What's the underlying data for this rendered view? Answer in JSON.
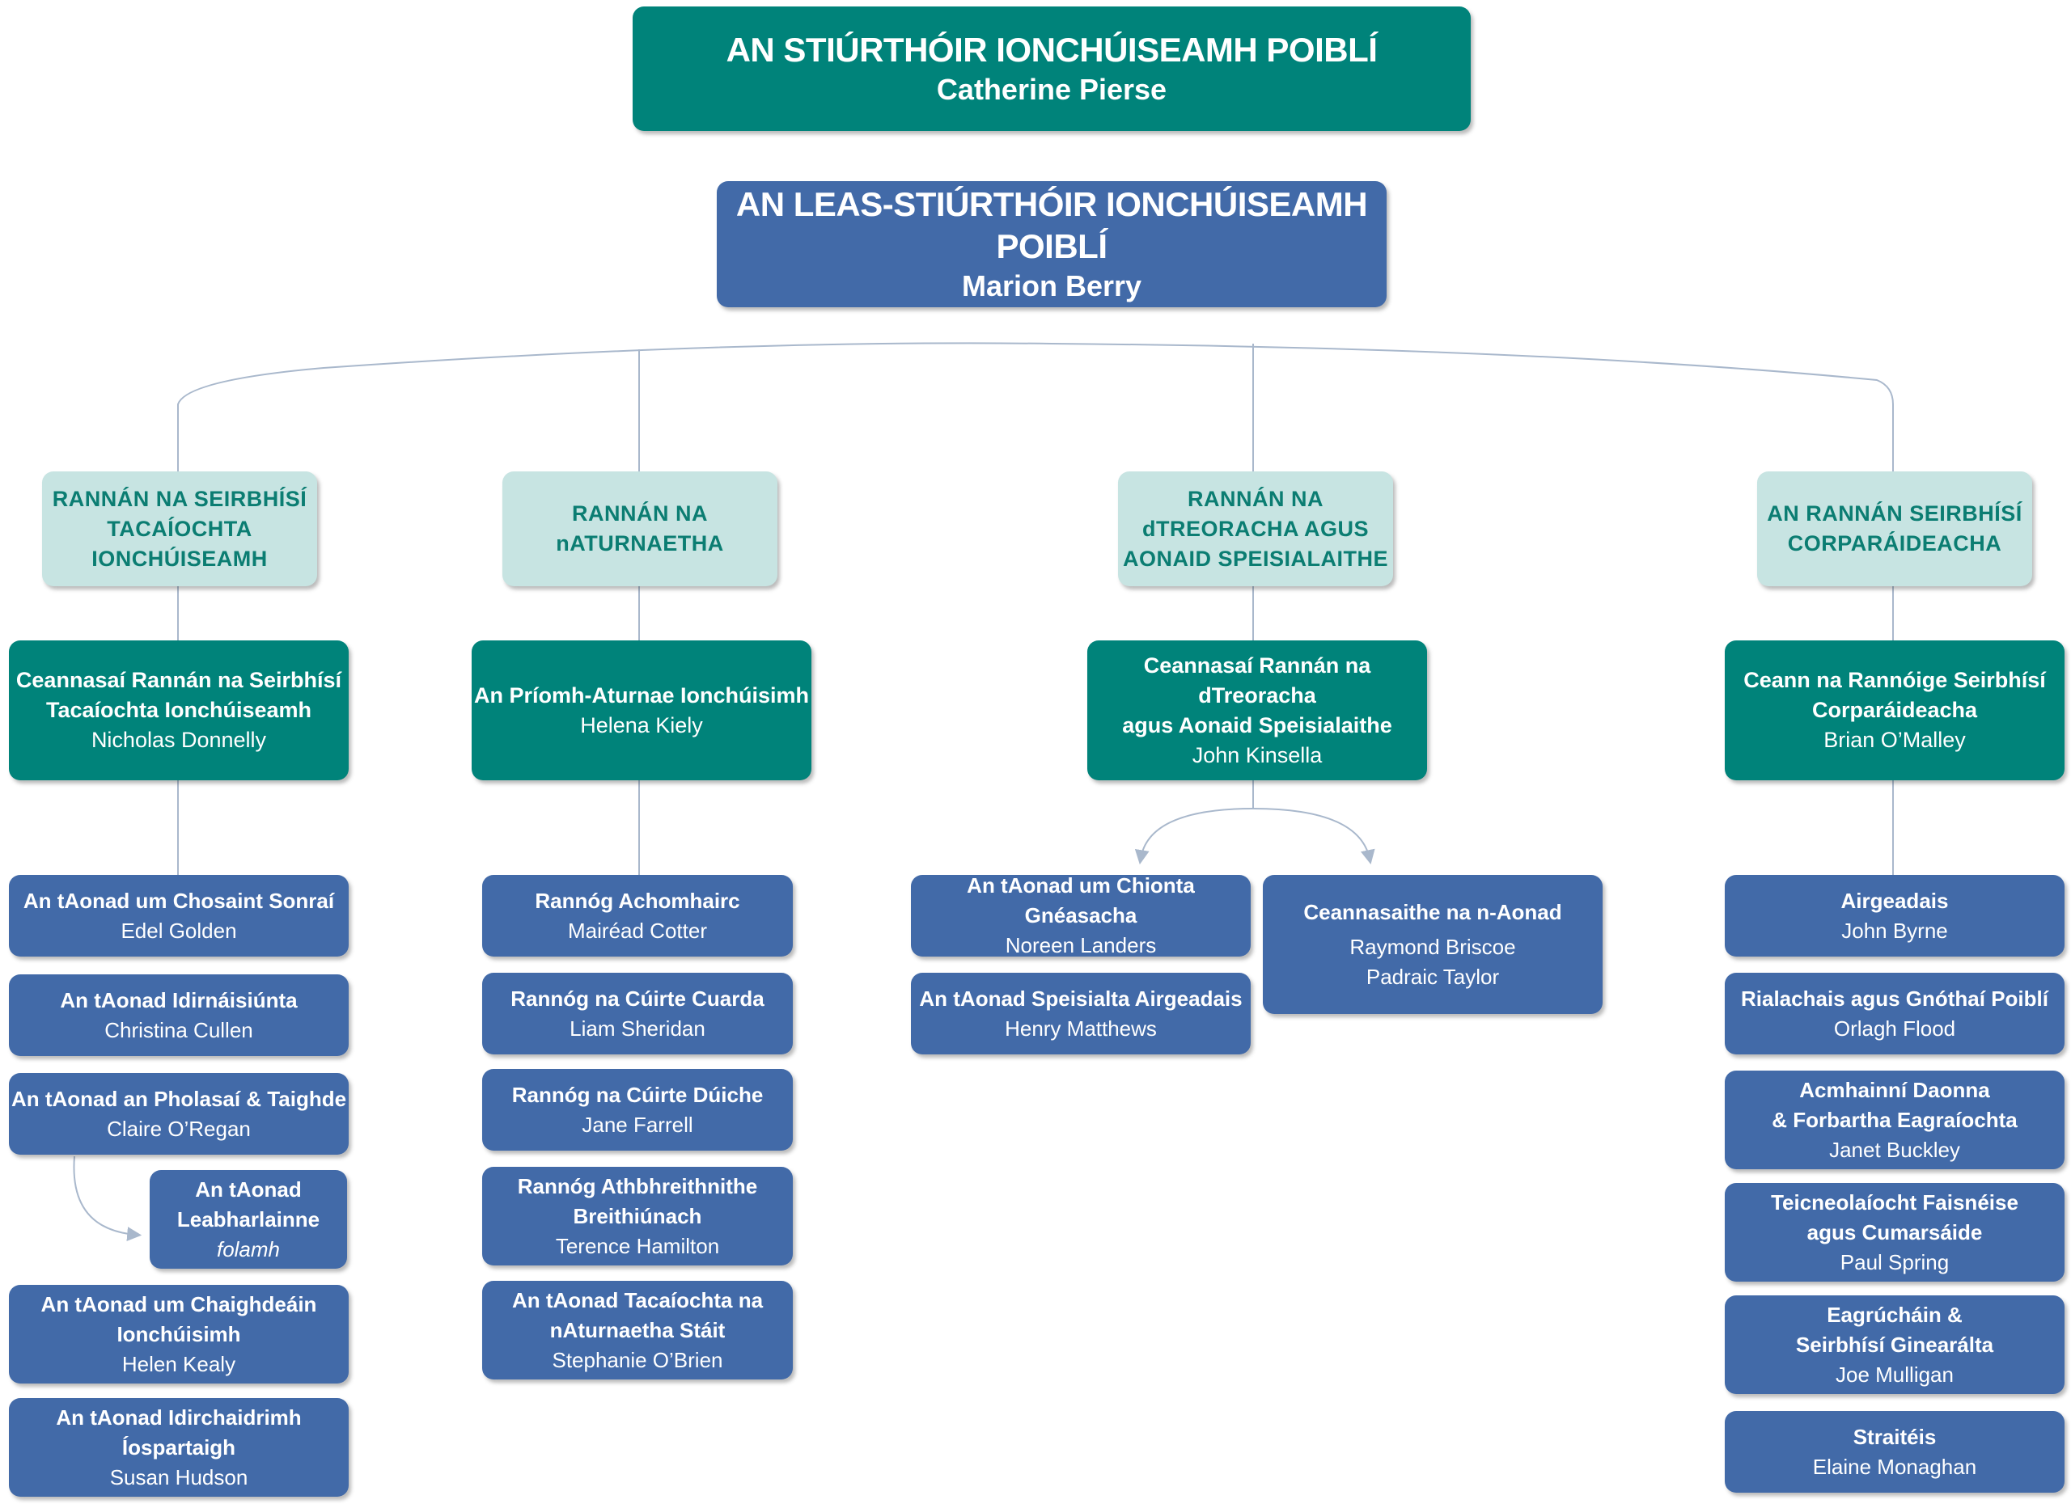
{
  "colors": {
    "teal": "#00837a",
    "blue": "#426aa8",
    "pale_teal": "#c7e4e2",
    "division_text": "#0b7d72",
    "connector": "#a9b8cc"
  },
  "director": {
    "title": "AN STIÚRTHÓIR IONCHÚISEAMH POIBLÍ",
    "name": "Catherine Pierse"
  },
  "deputy": {
    "title": "AN LEAS-STIÚRTHÓIR IONCHÚISEAMH POIBLÍ",
    "name": "Marion Berry"
  },
  "divisions": [
    {
      "label_lines": [
        "RANNÁN NA SEIRBHÍSÍ",
        "TACAÍOCHTA",
        "IONCHÚISEAMH"
      ],
      "head": {
        "title_lines": [
          "Ceannasaí Rannán na Seirbhísí",
          "Tacaíochta Ionchúiseamh"
        ],
        "name": "Nicholas Donnelly"
      },
      "units": [
        {
          "title_lines": [
            "An tAonad um Chosaint Sonraí"
          ],
          "names": [
            "Edel Golden"
          ]
        },
        {
          "title_lines": [
            "An tAonad Idirnáisiúnta"
          ],
          "names": [
            "Christina Cullen"
          ]
        },
        {
          "title_lines": [
            "An tAonad an Pholasaí & Taighde"
          ],
          "names": [
            "Claire O’Regan"
          ]
        },
        {
          "title_lines": [
            "An tAonad",
            "Leabharlainne"
          ],
          "names": [
            "folamh"
          ],
          "names_italic": true,
          "sub_unit": true
        },
        {
          "title_lines": [
            "An tAonad um Chaighdeáin",
            "Ionchúisimh"
          ],
          "names": [
            "Helen Kealy"
          ]
        },
        {
          "title_lines": [
            "An tAonad Idirchaidrimh",
            "Íospartaigh"
          ],
          "names": [
            "Susan Hudson"
          ]
        }
      ]
    },
    {
      "label_lines": [
        "RANNÁN NA",
        "nATURNAETHA"
      ],
      "head": {
        "title_lines": [
          "An Príomh-Aturnae Ionchúisimh"
        ],
        "name": "Helena Kiely"
      },
      "units": [
        {
          "title_lines": [
            "Rannóg Achomhairc"
          ],
          "names": [
            "Mairéad Cotter"
          ]
        },
        {
          "title_lines": [
            "Rannóg na Cúirte Cuarda"
          ],
          "names": [
            "Liam Sheridan"
          ]
        },
        {
          "title_lines": [
            "Rannóg na Cúirte Dúiche"
          ],
          "names": [
            "Jane Farrell"
          ]
        },
        {
          "title_lines": [
            "Rannóg Athbhreithnithe",
            "Breithiúnach"
          ],
          "names": [
            "Terence Hamilton"
          ]
        },
        {
          "title_lines": [
            "An tAonad Tacaíochta na",
            "nAturnaetha Stáit"
          ],
          "names": [
            "Stephanie O’Brien"
          ]
        }
      ]
    },
    {
      "label_lines": [
        "RANNÁN NA",
        "dTREORACHA AGUS",
        "AONAID SPEISIALAITHE"
      ],
      "head": {
        "title_lines": [
          "Ceannasaí Rannán na dTreoracha",
          "agus Aonaid Speisialaithe"
        ],
        "name": "John Kinsella"
      },
      "units": [
        {
          "title_lines": [
            "An tAonad um Chionta Gnéasacha"
          ],
          "names": [
            "Noreen Landers"
          ]
        },
        {
          "title_lines": [
            "An tAonad Speisialta Airgeadais"
          ],
          "names": [
            "Henry Matthews"
          ]
        },
        {
          "title_lines": [
            "Ceannasaithe na n-Aonad"
          ],
          "names": [
            "Raymond Briscoe",
            "Padraic Taylor"
          ]
        }
      ]
    },
    {
      "label_lines": [
        "AN RANNÁN SEIRBHÍSÍ",
        "CORPARÁIDEACHA"
      ],
      "head": {
        "title_lines": [
          "Ceann na Rannóige Seirbhísí",
          "Corparáideacha"
        ],
        "name": "Brian O’Malley"
      },
      "units": [
        {
          "title_lines": [
            "Airgeadais"
          ],
          "names": [
            "John Byrne"
          ]
        },
        {
          "title_lines": [
            "Rialachais agus Gnóthaí Poiblí"
          ],
          "names": [
            "Orlagh Flood"
          ]
        },
        {
          "title_lines": [
            "Acmhainní Daonna",
            "& Forbartha Eagraíochta"
          ],
          "names": [
            "Janet Buckley"
          ]
        },
        {
          "title_lines": [
            "Teicneolaíocht Faisnéise",
            "agus Cumarsáide"
          ],
          "names": [
            "Paul Spring"
          ]
        },
        {
          "title_lines": [
            "Eagrúcháin &",
            "Seirbhísí Ginearálta"
          ],
          "names": [
            "Joe Mulligan"
          ]
        },
        {
          "title_lines": [
            "Straitéis"
          ],
          "names": [
            "Elaine Monaghan"
          ]
        }
      ]
    }
  ]
}
